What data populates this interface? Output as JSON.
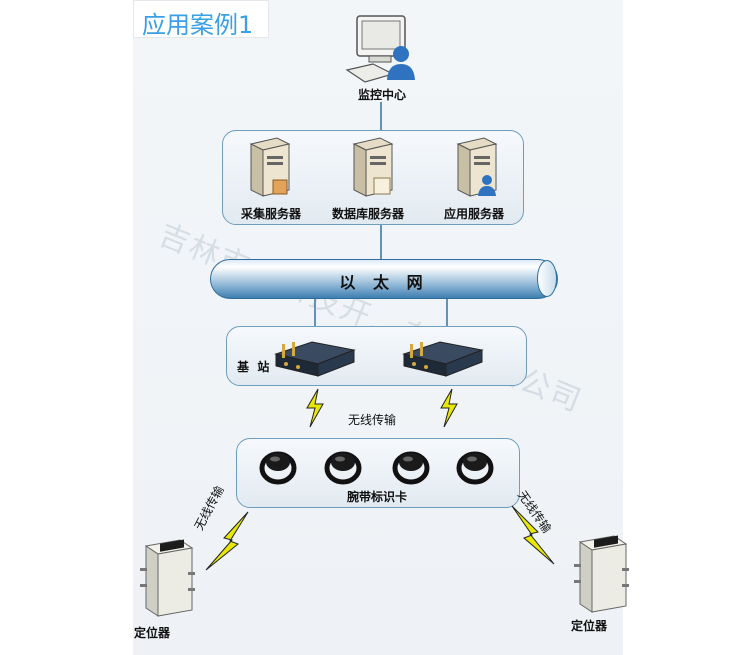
{
  "title": "应用案例1",
  "watermark": "吉林市...科技开...有限责任公司",
  "monitor": {
    "label": "监控中心",
    "icon": "computer-user-icon"
  },
  "servers": [
    {
      "label": "采集服务器",
      "icon": "server-icon"
    },
    {
      "label": "数据库服务器",
      "icon": "database-server-icon"
    },
    {
      "label": "应用服务器",
      "icon": "application-server-icon"
    }
  ],
  "ethernet": {
    "label": "以 太 网"
  },
  "base_station": {
    "label": "基  站",
    "icon": "base-station-device-icon"
  },
  "wireless": {
    "center": "无线传输",
    "left": "无线传输",
    "right": "无线传输",
    "icon": "lightning-bolt-icon"
  },
  "wristband": {
    "label": "腕带标识卡",
    "icon": "wristband-icon",
    "count": 4
  },
  "locators": [
    {
      "label": "定位器",
      "icon": "locator-device-icon"
    },
    {
      "label": "定位器",
      "icon": "locator-device-icon"
    }
  ],
  "colors": {
    "title": "#3aa0e6",
    "panel_border": "#6f9dbd",
    "bolt": "#e8e800",
    "bolt_stroke": "#222222"
  }
}
